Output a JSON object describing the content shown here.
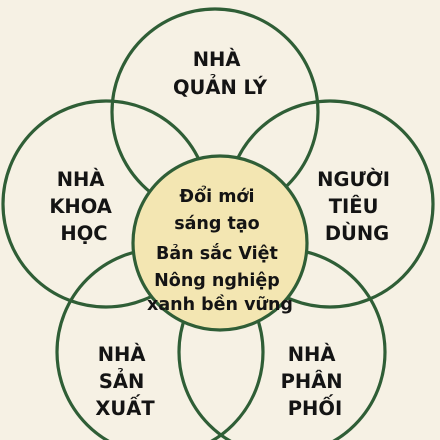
{
  "diagram": {
    "colors": {
      "background": "#f6f1e4",
      "stroke": "#2f5e36",
      "center_fill": "#f3e6b2",
      "text": "#141414"
    },
    "nodes": [
      {
        "id": "top",
        "lines": [
          "NHÀ",
          "QUẢN LÝ"
        ]
      },
      {
        "id": "left",
        "lines": [
          "NHÀ",
          "KHOA",
          "HỌC"
        ]
      },
      {
        "id": "right",
        "lines": [
          "NGƯỜI",
          "TIÊU",
          "DÙNG"
        ]
      },
      {
        "id": "bottom-left",
        "lines": [
          "NHÀ",
          "SẢN",
          "XUẤT"
        ]
      },
      {
        "id": "bottom-right",
        "lines": [
          "NHÀ",
          "PHÂN",
          "PHỐI"
        ]
      }
    ],
    "center": {
      "lines": [
        "Đổi mới",
        "sáng tạo",
        "Bản sắc Việt",
        "Nông nghiệp",
        "xanh bền vững"
      ]
    }
  }
}
